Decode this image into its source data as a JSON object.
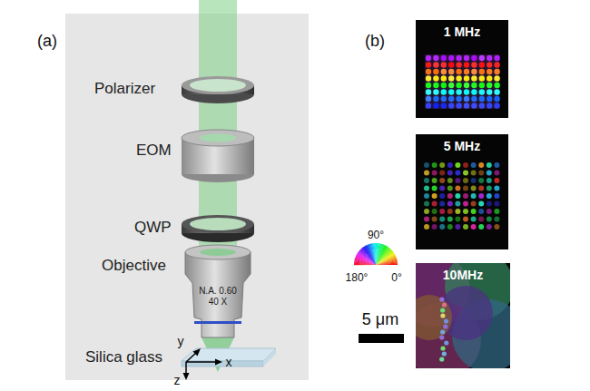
{
  "diagram": {
    "nodes": [
      {
        "text": [
          "Polarizer"
        ]
      },
      {
        "text": [
          "EOM"
        ]
      },
      {
        "text": [
          "QWP"
        ]
      },
      {
        "text": [
          "Objective",
          "N.A. 0.60 40 X"
        ]
      },
      {
        "text": [
          "Silica glass"
        ]
      },
      {
        "text": [
          "1 MHz"
        ]
      },
      {
        "text": [
          "5 MHz"
        ]
      },
      {
        "text": [
          "10MHz"
        ]
      }
    ],
    "labels": [
      "(a)",
      "(b)",
      "y",
      "x",
      "z",
      "90°",
      "180°",
      "0°",
      "5 μm"
    ]
  }
}
